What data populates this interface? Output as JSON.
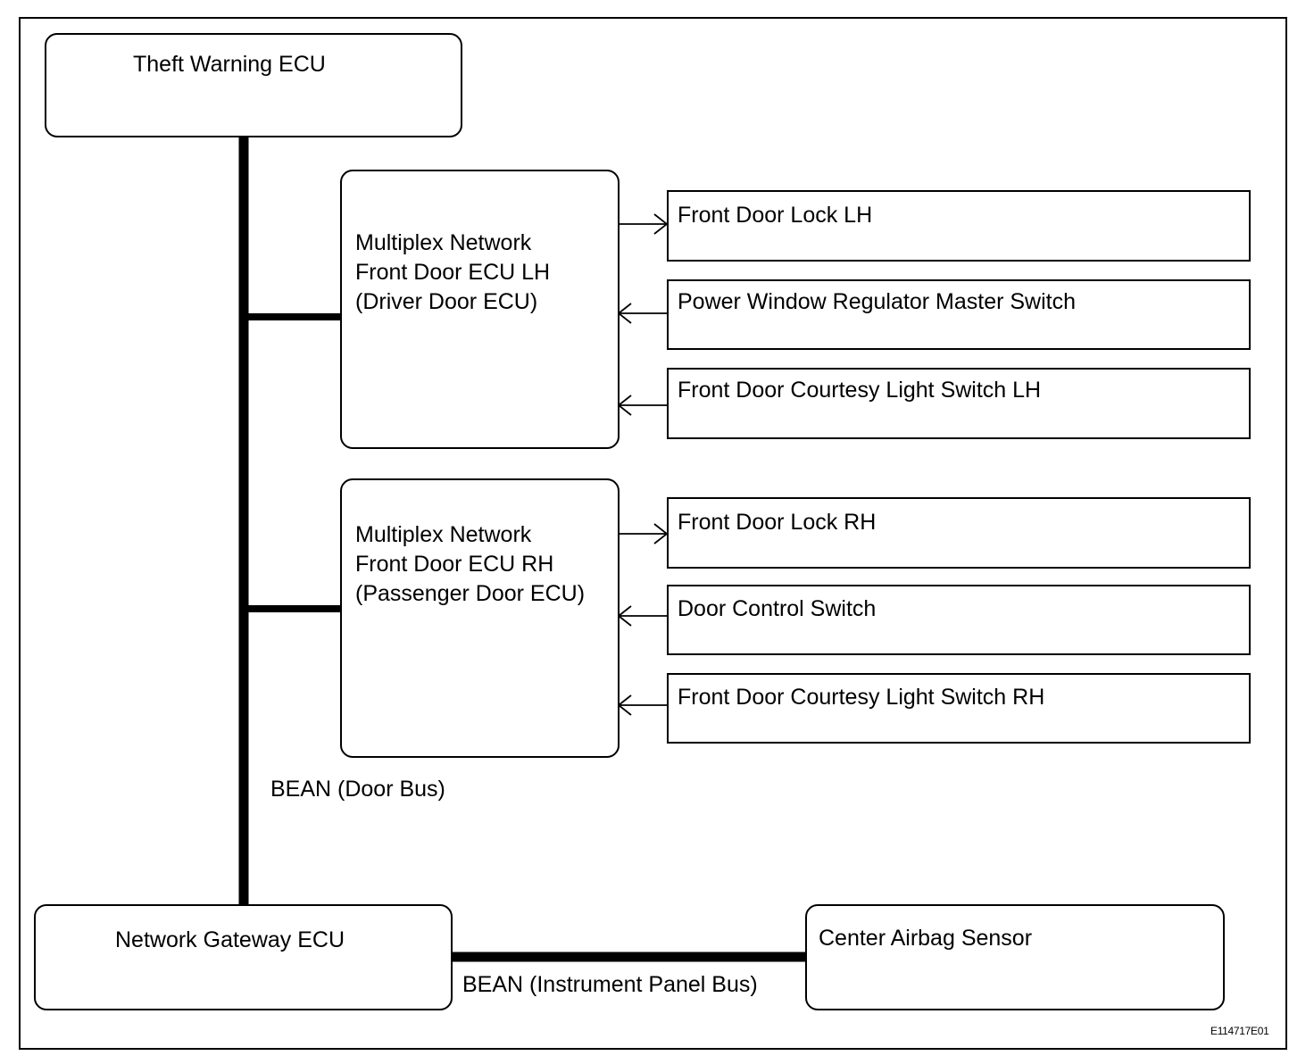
{
  "theft_warning_ecu": "Theft Warning ECU",
  "front_door_ecu_lh": {
    "line1": "Multiplex Network",
    "line2": "Front Door ECU LH",
    "line3": "(Driver Door ECU)"
  },
  "front_door_ecu_rh": {
    "line1": "Multiplex Network",
    "line2": "Front Door ECU RH",
    "line3": "(Passenger Door ECU)"
  },
  "lh_devices": [
    "Front Door Lock LH",
    "Power Window Regulator Master Switch",
    "Front Door Courtesy Light Switch LH"
  ],
  "rh_devices": [
    "Front Door Lock RH",
    "Door Control Switch",
    "Front Door Courtesy Light Switch RH"
  ],
  "door_bus_label": "BEAN (Door Bus)",
  "network_gateway_ecu": "Network Gateway ECU",
  "center_airbag_sensor": "Center Airbag Sensor",
  "instrument_bus_label": "BEAN (Instrument Panel Bus)",
  "figure_code": "E114717E01",
  "connections": [
    {
      "from": "Front Door ECU LH",
      "to": "Front Door Lock LH",
      "direction": "output"
    },
    {
      "from": "Power Window Regulator Master Switch",
      "to": "Front Door ECU LH",
      "direction": "input"
    },
    {
      "from": "Front Door Courtesy Light Switch LH",
      "to": "Front Door ECU LH",
      "direction": "input"
    },
    {
      "from": "Front Door ECU RH",
      "to": "Front Door Lock RH",
      "direction": "output"
    },
    {
      "from": "Door Control Switch",
      "to": "Front Door ECU RH",
      "direction": "input"
    },
    {
      "from": "Front Door Courtesy Light Switch RH",
      "to": "Front Door ECU RH",
      "direction": "input"
    }
  ]
}
